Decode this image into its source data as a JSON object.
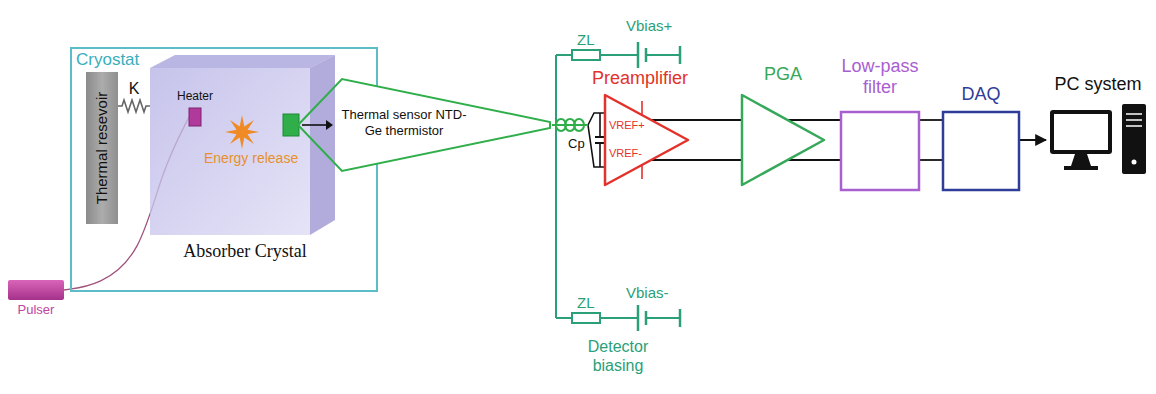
{
  "diagram": {
    "nodes": [
      {
        "text": [
          "Cryostat"
        ]
      },
      {
        "text": [
          "Thermal resevoir"
        ],
        "in": 0
      },
      {
        "text": [
          "Absorber Crystal"
        ],
        "in": 0
      },
      {
        "text": [
          "Heater"
        ],
        "in": 2
      },
      {
        "text": [
          "Thermal sensor NTD-Ge thermistor"
        ]
      },
      {
        "text": [
          "Pulser"
        ]
      },
      {
        "text": [
          "Preamplifier"
        ]
      },
      {
        "text": [
          "PGA"
        ]
      },
      {
        "text": [
          "Low-pass filter"
        ]
      },
      {
        "text": [
          "DAQ"
        ]
      },
      {
        "text": [
          "PC system"
        ]
      }
    ],
    "edges": [
      {
        "from": 1,
        "to": 2,
        "arrow": "none",
        "label": "K"
      },
      {
        "from": 5,
        "to": 3,
        "arrow": "none"
      },
      {
        "from": 4,
        "to": 6,
        "arrow": "none"
      },
      {
        "from": 6,
        "to": 7,
        "arrow": "none"
      },
      {
        "from": 7,
        "to": 8,
        "arrow": "none"
      },
      {
        "from": 8,
        "to": 9,
        "arrow": "none"
      },
      {
        "from": 9,
        "to": 10,
        "arrow": "to"
      }
    ],
    "labels": [
      "Energy release",
      "ZL",
      "Vbias+",
      "ZL",
      "Vbias-",
      "Detector biasing",
      "Cp",
      "VREF+",
      "VREF-"
    ]
  }
}
